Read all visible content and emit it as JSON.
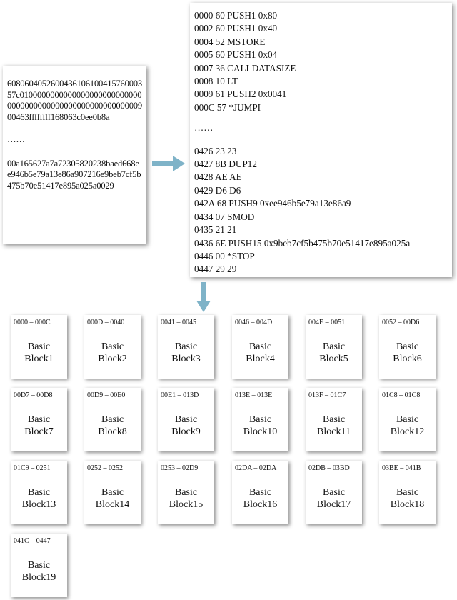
{
  "bytecode": {
    "head": "608060405260043610610041576000357c0100000000000000000000000000000000000000000000000000000000900463ffffffff168063c0ee0b8a",
    "ellipsis": "……",
    "tail": "00a165627a7a7230582023​8baed668ee946b5e79a13e86a907216e9beb7cf5b475b70e51417e895a025a0029"
  },
  "opcodes": {
    "first": [
      "0000 60 PUSH1 0x80",
      "0002 60 PUSH1 0x40",
      "0004 52 MSTORE",
      "0005 60 PUSH1 0x04",
      "0007 36 CALLDATASIZE",
      "0008 10 LT",
      "0009 61 PUSH2 0x0041",
      "000C 57 *JUMPI"
    ],
    "ellipsis": "……",
    "last": [
      "0426 23 23",
      "0427 8B DUP12",
      "0428 AE AE",
      "0429 D6 D6",
      "042A 68 PUSH9 0xee946b5e79a13e86a9",
      "0434 07 SMOD",
      "0435 21 21",
      "0436 6E PUSH15 0x9beb7cf5b475b70e51417e895a025a",
      "0446 00 *STOP",
      "0447 29 29"
    ]
  },
  "blocks": [
    {
      "range": "0000 – 000C",
      "name": "Basic",
      "num": "Block1"
    },
    {
      "range": "000D – 0040",
      "name": "Basic",
      "num": "Block2"
    },
    {
      "range": "0041 – 0045",
      "name": "Basic",
      "num": "Block3"
    },
    {
      "range": "0046 – 004D",
      "name": "Basic",
      "num": "Block4"
    },
    {
      "range": "004E – 0051",
      "name": "Basic",
      "num": "Block5"
    },
    {
      "range": "0052 – 00D6",
      "name": "Basic",
      "num": "Block6"
    },
    {
      "range": "00D7 – 00D8",
      "name": "Basic",
      "num": "Block7"
    },
    {
      "range": "00D9 – 00E0",
      "name": "Basic",
      "num": "Block8"
    },
    {
      "range": "00E1 – 013D",
      "name": "Basic",
      "num": "Block9"
    },
    {
      "range": "013E – 013E",
      "name": "Basic",
      "num": "Block10"
    },
    {
      "range": "013F – 01C7",
      "name": "Basic",
      "num": "Block11"
    },
    {
      "range": "01C8 – 01C8",
      "name": "Basic",
      "num": "Block12"
    },
    {
      "range": "01C9 – 0251",
      "name": "Basic",
      "num": "Block13"
    },
    {
      "range": "0252 – 0252",
      "name": "Basic",
      "num": "Block14"
    },
    {
      "range": "0253 – 02D9",
      "name": "Basic",
      "num": "Block15"
    },
    {
      "range": "02DA – 02DA",
      "name": "Basic",
      "num": "Block16"
    },
    {
      "range": "02DB – 03BD",
      "name": "Basic",
      "num": "Block17"
    },
    {
      "range": "03BE – 041B",
      "name": "Basic",
      "num": "Block18"
    },
    {
      "range": "041C – 0447",
      "name": "Basic",
      "num": "Block19"
    }
  ],
  "colors": {
    "arrow": "#7fb3c8"
  },
  "icons": [
    "right-arrow-icon",
    "down-arrow-icon"
  ]
}
